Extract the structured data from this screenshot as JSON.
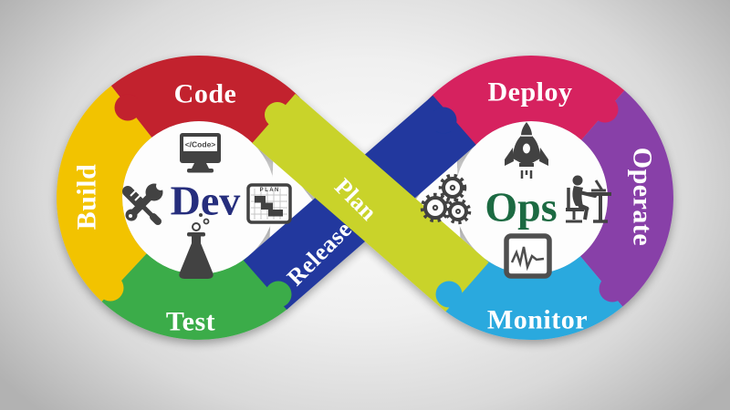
{
  "diagram": {
    "type": "devops-infinity-loop",
    "background": {
      "center": "#fbfbfb",
      "edge": "#b2b2b2"
    },
    "label_text_color": "#ffffff",
    "icon_color": "#424242",
    "dev": {
      "label": "Dev",
      "label_color": "#262f7d",
      "segments": {
        "build": {
          "label": "Build",
          "color": "#f2c300"
        },
        "code": {
          "label": "Code",
          "color": "#c2202e"
        },
        "test": {
          "label": "Test",
          "color": "#3bac49"
        },
        "plan": {
          "label": "Plan",
          "color": "#c9d32c"
        }
      },
      "icons": {
        "code_monitor": {
          "name": "code-monitor-icon",
          "screen_text": "</Code>"
        },
        "tools": {
          "name": "tools-icon"
        },
        "plan_board": {
          "name": "plan-board-icon",
          "text": "P L A N"
        },
        "flask": {
          "name": "flask-icon"
        }
      }
    },
    "ops": {
      "label": "Ops",
      "label_color": "#1b6b42",
      "segments": {
        "deploy": {
          "label": "Deploy",
          "color": "#d6215f"
        },
        "operate": {
          "label": "Operate",
          "color": "#8840a8"
        },
        "monitor": {
          "label": "Monitor",
          "color": "#2ca9de"
        },
        "release": {
          "label": "Release",
          "color": "#20389e"
        }
      },
      "icons": {
        "rocket": {
          "name": "rocket-icon"
        },
        "gears": {
          "name": "gears-icon"
        },
        "workstation": {
          "name": "workstation-icon"
        },
        "graph_monitor": {
          "name": "graph-monitor-icon"
        }
      }
    }
  }
}
